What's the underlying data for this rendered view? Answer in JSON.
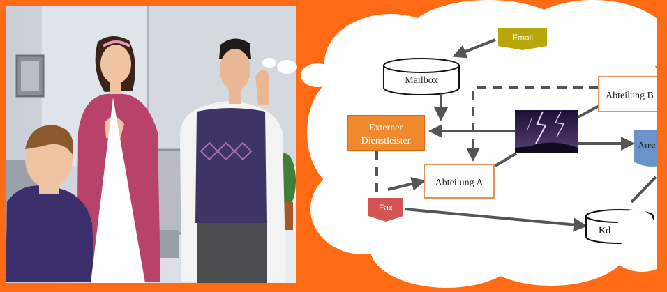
{
  "colors": {
    "background": "#ff6a14",
    "process_box": "#f0882c",
    "email_tag": "#b9a60a",
    "fax_tag": "#d45353",
    "output_shape": "#6a93c9",
    "arrow": "#555555"
  },
  "illustration": {
    "icon": "office-team-illustration"
  },
  "diagram": {
    "email": "Email",
    "mailbox": "Mailbox",
    "external_line1": "Externer",
    "external_line2": "Dienstleister",
    "abteilung_b": "Abteilung B",
    "abteilung_a": "Abteilung A",
    "fax": "Fax",
    "ausdruck": "Ausdruck",
    "kd": "Kd"
  }
}
